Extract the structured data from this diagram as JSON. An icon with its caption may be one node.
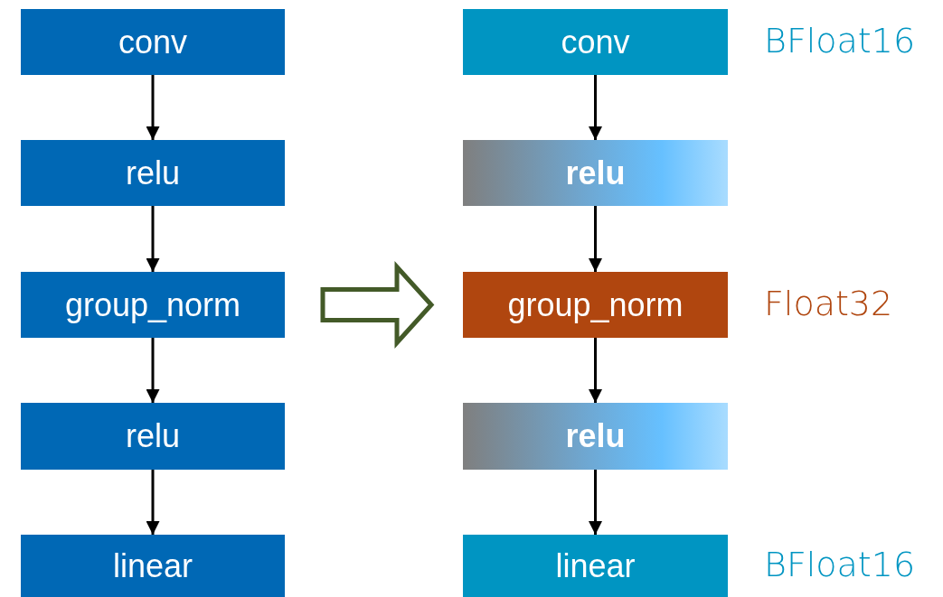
{
  "diagram": {
    "nodes": [
      {
        "text": [
          "conv"
        ]
      },
      {
        "text": [
          "relu"
        ]
      },
      {
        "text": [
          "group_norm"
        ]
      },
      {
        "text": [
          "relu"
        ]
      },
      {
        "text": [
          "linear"
        ]
      },
      {
        "text": [
          "conv"
        ],
        "beside": [
          "BFloat16"
        ]
      },
      {
        "text": [
          "relu"
        ]
      },
      {
        "text": [
          "group_norm"
        ],
        "beside": [
          "Float32"
        ]
      },
      {
        "text": [
          "relu"
        ]
      },
      {
        "text": [
          "linear"
        ],
        "beside": [
          "BFloat16"
        ]
      }
    ],
    "edges": [
      {
        "from": 0,
        "to": 1,
        "arrow": "to"
      },
      {
        "from": 1,
        "to": 2,
        "arrow": "to"
      },
      {
        "from": 2,
        "to": 3,
        "arrow": "to"
      },
      {
        "from": 3,
        "to": 4,
        "arrow": "to"
      },
      {
        "from": 5,
        "to": 6,
        "arrow": "to"
      },
      {
        "from": 6,
        "to": 7,
        "arrow": "to"
      },
      {
        "from": 7,
        "to": 8,
        "arrow": "to"
      },
      {
        "from": 8,
        "to": 9,
        "arrow": "to"
      },
      {
        "from": 2,
        "to": 7,
        "arrow": "to",
        "style": "thick",
        "color": "#435a28"
      }
    ]
  }
}
